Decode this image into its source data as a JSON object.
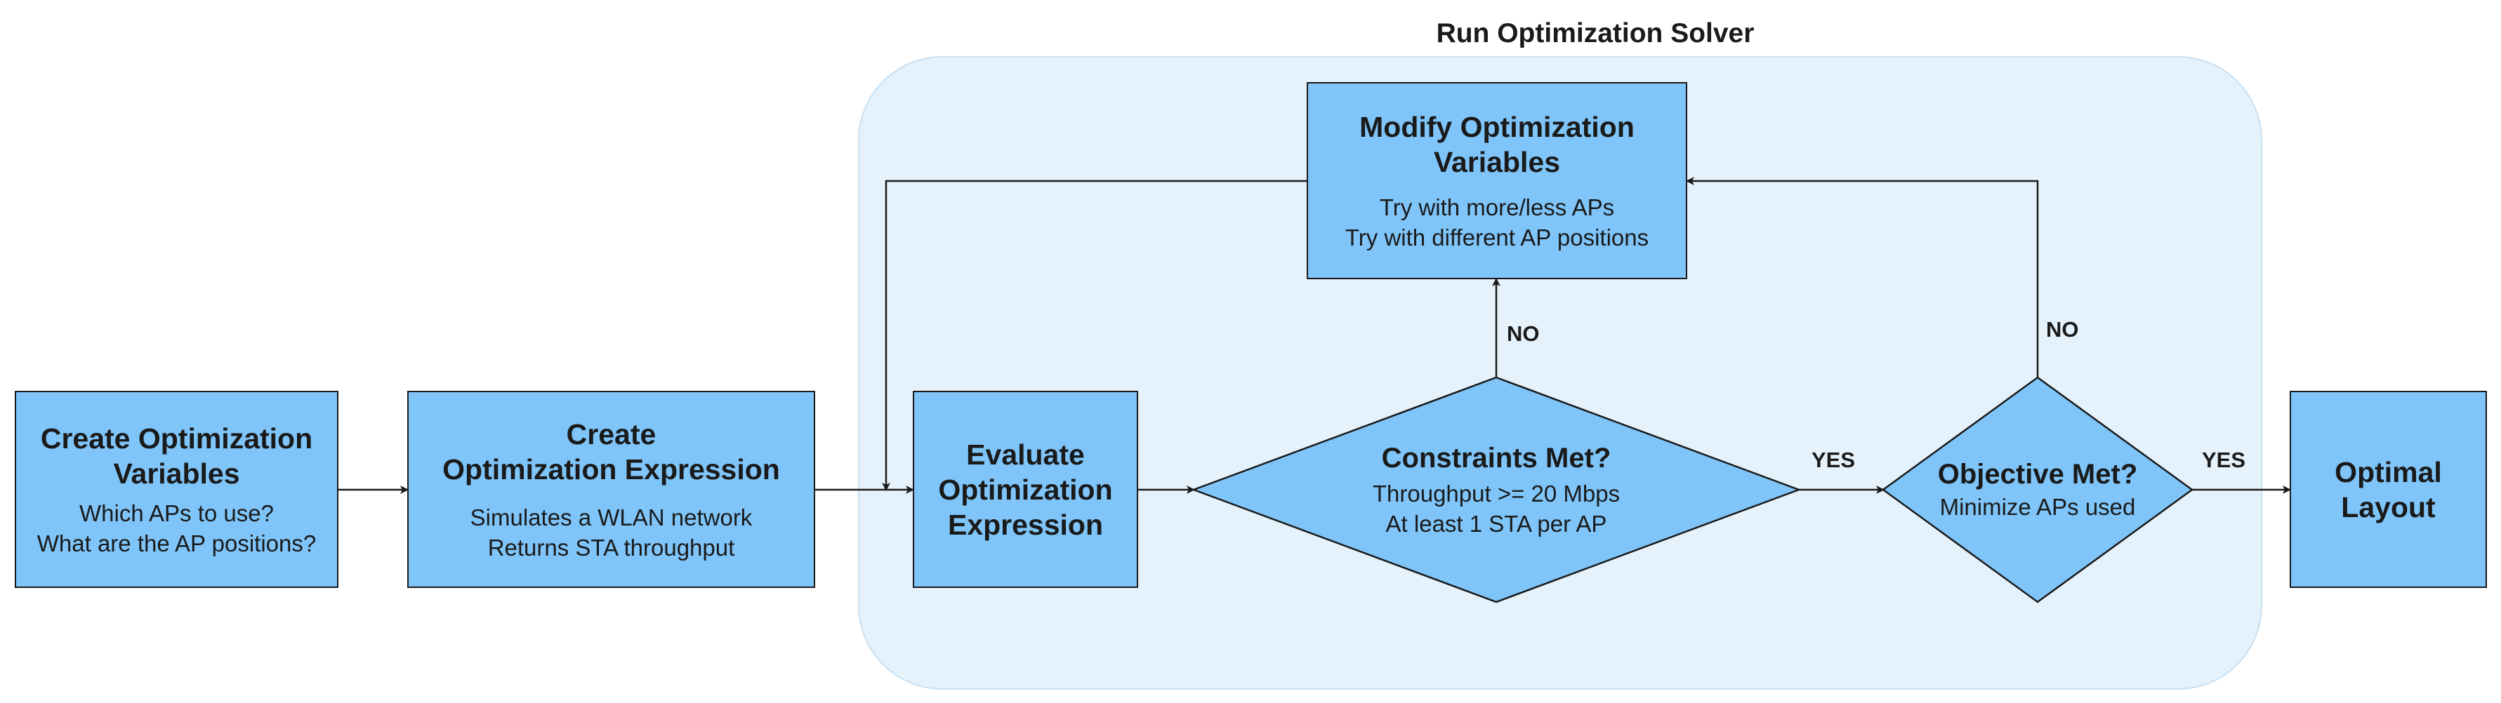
{
  "group": {
    "title": "Run Optimization Solver"
  },
  "nodes": {
    "create_vars": {
      "title": "Create Optimization Variables",
      "lines": [
        "Which APs to use?",
        "What are the AP positions?"
      ]
    },
    "create_expr": {
      "title_line1": "Create",
      "title_line2": "Optimization Expression",
      "lines": [
        "Simulates a WLAN network",
        "Returns STA throughput"
      ]
    },
    "evaluate": {
      "title": "Evaluate Optimization Expression"
    },
    "modify": {
      "title": "Modify Optimization Variables",
      "lines": [
        "Try with more/less APs",
        "Try with different AP positions"
      ]
    },
    "constraints": {
      "title": "Constraints Met?",
      "lines": [
        "Throughput >= 20 Mbps",
        "At least 1 STA per AP"
      ]
    },
    "objective": {
      "title": "Objective Met?",
      "lines": [
        "Minimize APs used"
      ]
    },
    "optimal": {
      "title": "Optimal Layout"
    }
  },
  "edge_labels": {
    "constraints_no": "NO",
    "constraints_yes": "YES",
    "objective_no": "NO",
    "objective_yes": "YES"
  },
  "colors": {
    "node_fill": "#7fc5f9",
    "group_fill": "#e6f2fb",
    "stroke": "#1a1a1a"
  }
}
